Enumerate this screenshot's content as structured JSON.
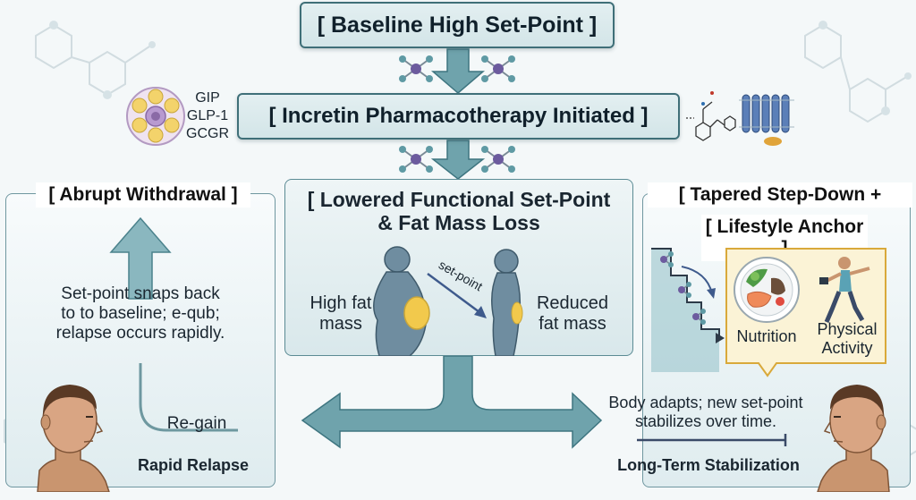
{
  "top_box": {
    "label": "[ Baseline High Set-Point ]"
  },
  "incretin_box": {
    "label": "[ Incretin Pharmacotherapy Initiated ]"
  },
  "hormones": {
    "gip": "GIP",
    "glp1": "GLP-1",
    "gcgr": "GCGR"
  },
  "left_panel": {
    "title": "[ Abrupt Withdrawal ]",
    "description_1": "Set-point snaps back",
    "description_2": "to to baseline; e-qub;",
    "description_3": "relapse occurs rapidly.",
    "regain_label": "Re-gain",
    "footer": "Rapid Relapse"
  },
  "center_panel": {
    "title_1": "[ Lowered Functional Set-Point",
    "title_2": "& Fat Mass Loss",
    "left_label_1": "High fat",
    "left_label_2": "mass",
    "arrow_label": "set-point",
    "right_label_1": "Reduced",
    "right_label_2": "fat mass"
  },
  "right_panel": {
    "title_1": "[ Tapered Step-Down +",
    "title_2": "[ Lifestyle Anchor ]",
    "nutrition": "Nutrition",
    "activity_1": "Physical",
    "activity_2": "Activity",
    "description_1": "Body adapts; new set-point",
    "description_2": "stabilizes over time.",
    "footer": "Long-Term Stabilization"
  },
  "colors": {
    "box_border": "#3f6f78",
    "arrow": "#6fa3ac",
    "arrow_dark": "#3e7580",
    "fat": "#f2c94c",
    "molecule_purple": "#6c5b9e",
    "molecule_teal": "#5f9aa4",
    "accent_yellow": "#e7b43a"
  }
}
